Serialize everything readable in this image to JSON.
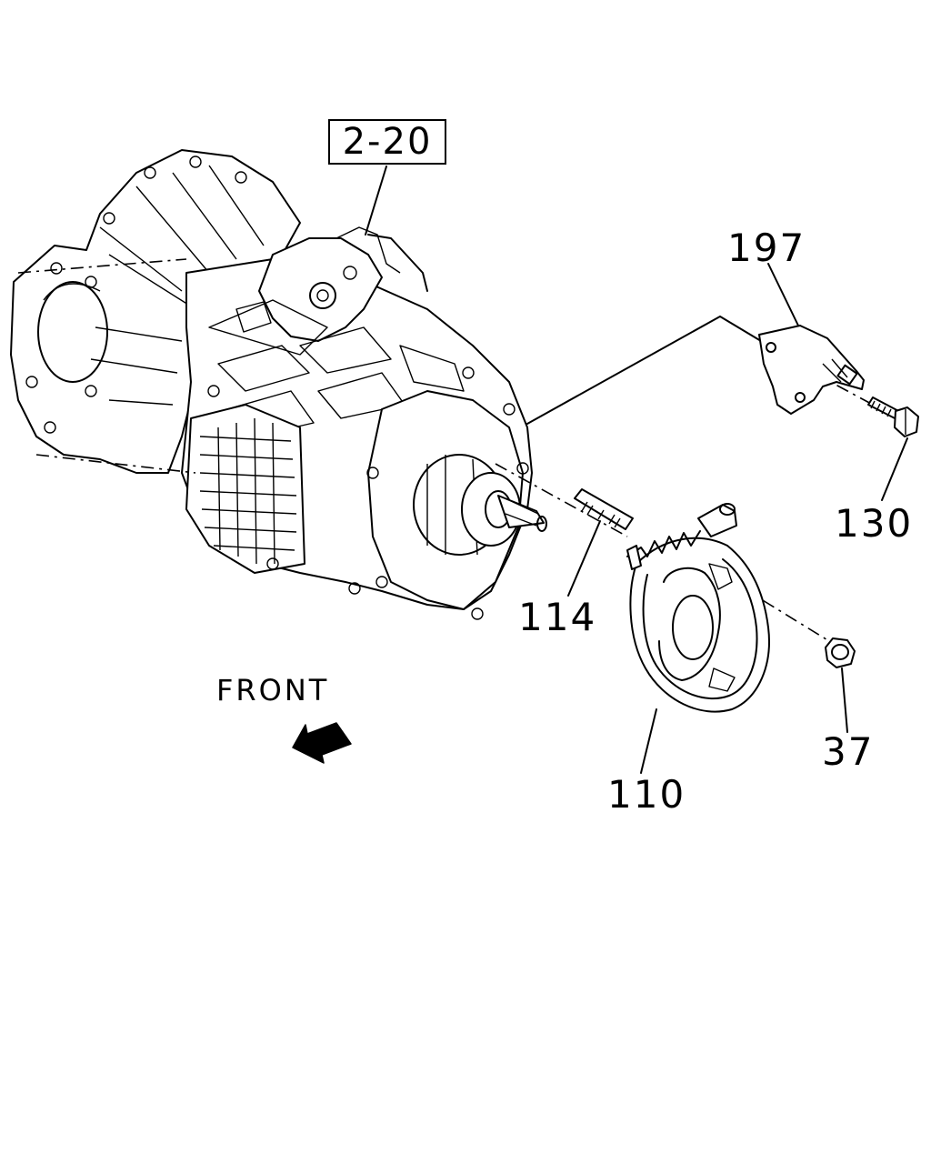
{
  "reference": "2-20",
  "direction_label": "FRONT",
  "callouts": [
    {
      "id": "197",
      "text": "197"
    },
    {
      "id": "130",
      "text": "130"
    },
    {
      "id": "114",
      "text": "114"
    },
    {
      "id": "110",
      "text": "110"
    },
    {
      "id": "37",
      "text": "37"
    }
  ],
  "icons": {
    "direction": "front-arrow-icon"
  }
}
